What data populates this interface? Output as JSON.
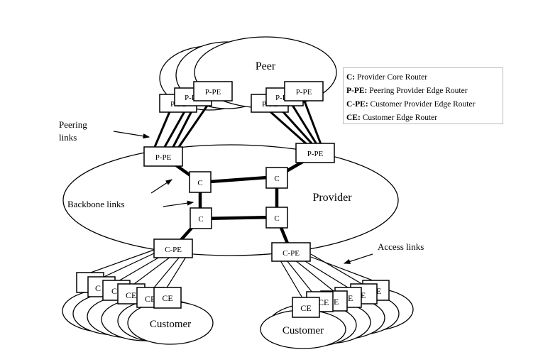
{
  "labels": {
    "peer": "Peer",
    "provider": "Provider",
    "customer": "Customer",
    "ppe": "P-PE",
    "c": "C",
    "cpe": "C-PE",
    "ce": "CE",
    "peering_links": [
      "Peering",
      "links"
    ],
    "backbone_links": "Backbone links",
    "access_links": "Access links"
  },
  "legend": [
    {
      "key": "C:",
      "desc": "Provider Core Router"
    },
    {
      "key": "P-PE:",
      "desc": " Peering Provider Edge Router"
    },
    {
      "key": "C-PE:",
      "desc": "Customer Provider Edge Router"
    },
    {
      "key": "CE:",
      "desc": "Customer Edge Router"
    }
  ]
}
